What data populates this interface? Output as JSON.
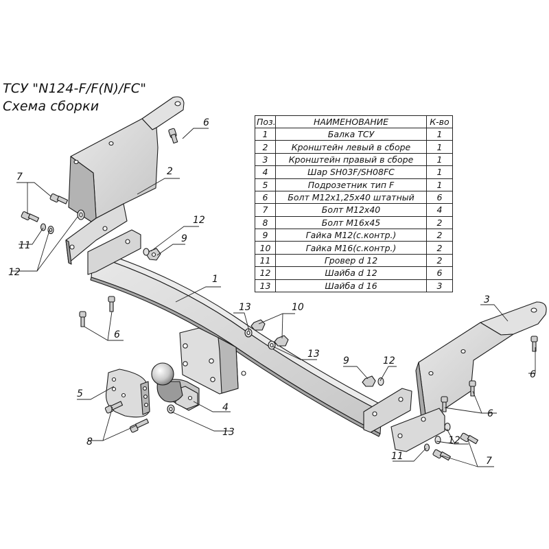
{
  "title": {
    "line1": "ТСУ \"N124-F/F(N)/FC\"",
    "line2": "Схема сборки"
  },
  "spec_table": {
    "headers": {
      "pos": "Поз.",
      "name": "НАИМЕНОВАНИЕ",
      "qty": "К-во"
    },
    "rows": [
      {
        "pos": "1",
        "name": "Балка ТСУ",
        "qty": "1"
      },
      {
        "pos": "2",
        "name": "Кронштейн левый в сборе",
        "qty": "1"
      },
      {
        "pos": "3",
        "name": "Кронштейн правый в сборе",
        "qty": "1"
      },
      {
        "pos": "4",
        "name": "Шар SH03F/SH08FC",
        "qty": "1"
      },
      {
        "pos": "5",
        "name": "Подрозетник тип F",
        "qty": "1"
      },
      {
        "pos": "6",
        "name": "Болт M12x1,25x40 штатный",
        "qty": "6"
      },
      {
        "pos": "7",
        "name": "Болт M12x40",
        "qty": "4"
      },
      {
        "pos": "8",
        "name": "Болт M16x45",
        "qty": "2"
      },
      {
        "pos": "9",
        "name": "Гайка M12(с.контр.)",
        "qty": "2"
      },
      {
        "pos": "10",
        "name": "Гайка  M16(с.контр.)",
        "qty": "2"
      },
      {
        "pos": "11",
        "name": "Гровер d 12",
        "qty": "2"
      },
      {
        "pos": "12",
        "name": "Шайба d 12",
        "qty": "6"
      },
      {
        "pos": "13",
        "name": "Шайба d 16",
        "qty": "3"
      }
    ]
  },
  "callouts": {
    "c1": "1",
    "c2": "2",
    "c3": "3",
    "c4": "4",
    "c5": "5",
    "c6a": "6",
    "c6b": "6",
    "c6c": "6",
    "c6d": "6",
    "c7a": "7",
    "c7b": "7",
    "c8": "8",
    "c9a": "9",
    "c9b": "9",
    "c10": "10",
    "c11a": "11",
    "c11b": "11",
    "c12a": "12",
    "c12b": "12",
    "c12c": "12",
    "c12d": "12",
    "c13a": "13",
    "c13b": "13",
    "c13c": "13"
  },
  "colors": {
    "part_fill": "#d9d9d9",
    "part_dark": "#a9a9a9",
    "outline": "#1a1a1a",
    "leader": "#222222"
  }
}
